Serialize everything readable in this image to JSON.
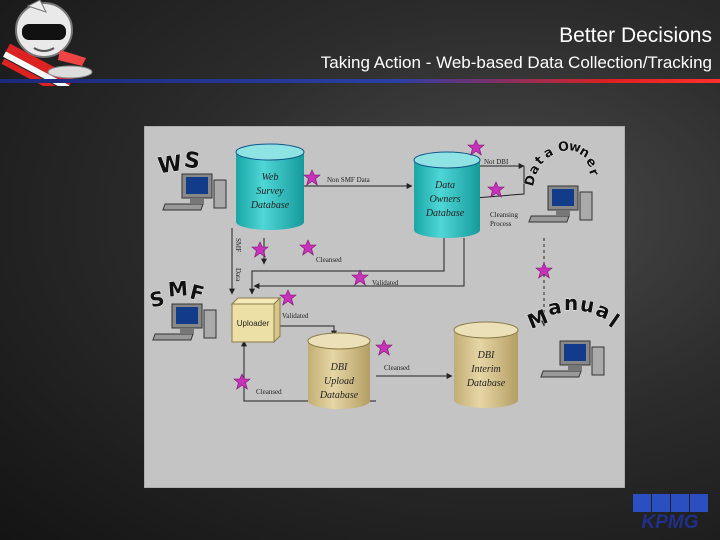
{
  "header": {
    "title": "Better Decisions",
    "subtitle": "Taking Action - Web-based Data Collection/Tracking"
  },
  "diagram": {
    "wordart": {
      "ws": [
        "W",
        "S"
      ],
      "data_owner": [
        "D",
        "a",
        "t",
        "a",
        " ",
        "O",
        "w",
        "n",
        "e",
        "r"
      ],
      "smf": [
        "S",
        "M",
        "F"
      ],
      "manual": [
        "M",
        "a",
        "n",
        "u",
        "a",
        "l"
      ]
    },
    "databases": {
      "web_survey": [
        "Web",
        "Survey",
        "Database"
      ],
      "data_owners": [
        "Data",
        "Owners",
        "Database"
      ],
      "dbi_upload": [
        "DBI",
        "Upload",
        "Database"
      ],
      "dbi_interim": [
        "DBI",
        "Interim",
        "Database"
      ]
    },
    "uploader": "Uploader",
    "labels": {
      "non_smf_data": "Non SMF Data",
      "not_dbi": "Not DBI",
      "cleansing_process": [
        "Cleansing",
        "Process"
      ],
      "cleansed_1": "Cleansed",
      "validated_1": "Validated",
      "validated_2": "Validated",
      "cleansed_2": "Cleansed",
      "cleansed_3": "Cleansed",
      "smf_data_side": [
        "SMF",
        "Data"
      ]
    }
  },
  "logo": {
    "text": "KPMG"
  },
  "colors": {
    "panel": "#c4c4c4",
    "cylinder": "#25bdbd",
    "cylinder_top": "#8fe3e3",
    "dbi_cylinder": "#d4c18e",
    "dbi_cylinder_top": "#ece0b8",
    "star": "#c832b8",
    "title_rule_start": "#1a2a7a",
    "title_rule_end": "#ff3030",
    "kpmg_blue": "#2b4fc0"
  }
}
